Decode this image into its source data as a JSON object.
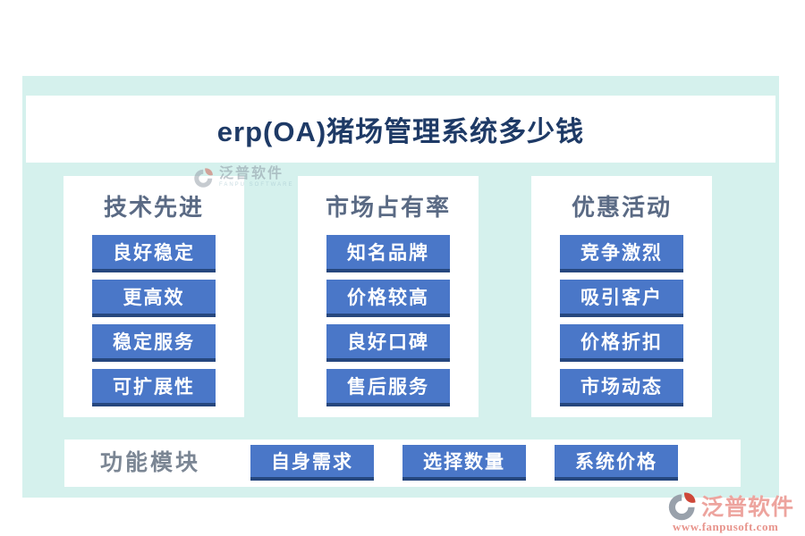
{
  "title": "erp(OA)猪场管理系统多少钱",
  "columns": [
    {
      "header": "技术先进",
      "items": [
        "良好稳定",
        "更高效",
        "稳定服务",
        "可扩展性"
      ]
    },
    {
      "header": "市场占有率",
      "items": [
        "知名品牌",
        "价格较高",
        "良好口碑",
        "售后服务"
      ]
    },
    {
      "header": "优惠活动",
      "items": [
        "竞争激烈",
        "吸引客户",
        "价格折扣",
        "市场动态"
      ]
    }
  ],
  "bottom_bar": {
    "label": "功能模块",
    "buttons": [
      "自身需求",
      "选择数量",
      "系统价格"
    ]
  },
  "watermarks": {
    "top": {
      "brand": "泛普软件",
      "subtext": "FANPU SOFTWARE"
    },
    "bottom": {
      "brand": "泛普软件",
      "url": "www.fanpusoft.com"
    }
  },
  "colors": {
    "panel_mint": "#d5f1ed",
    "button_blue": "#4a77c8",
    "button_edge": "#26477e",
    "title_navy": "#1e3a66",
    "header_slate": "#5a6a84",
    "bottom_label_gray": "#7b8694",
    "watermark_pink": "#eda49e",
    "logo_gray": "#99a1ab",
    "logo_red": "#ce4839"
  }
}
